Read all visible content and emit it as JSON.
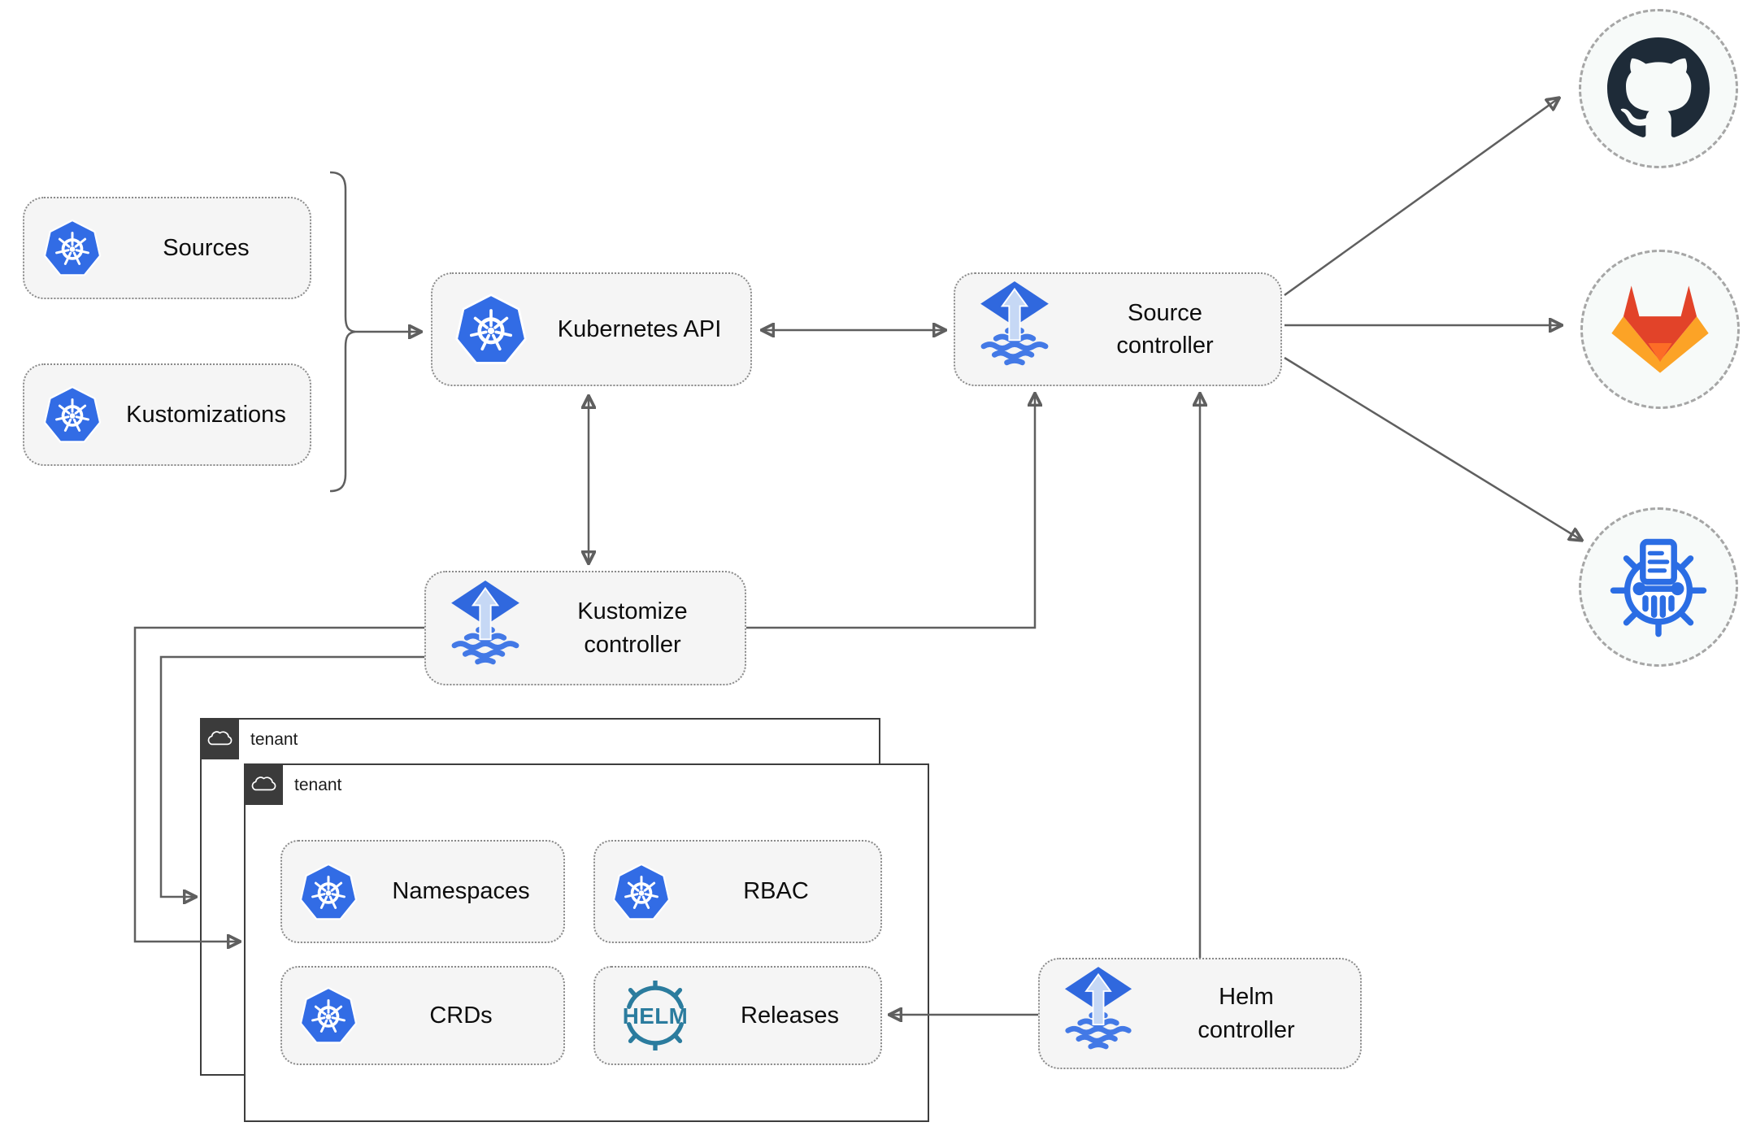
{
  "nodes": {
    "sources": {
      "label": "Sources"
    },
    "kustomizations": {
      "label": "Kustomizations"
    },
    "kubernetes_api": {
      "label": "Kubernetes API"
    },
    "source_controller": {
      "label": "Source controller"
    },
    "kustomize_controller": {
      "label": "Kustomize controller"
    },
    "helm_controller": {
      "label": "Helm controller"
    },
    "namespaces": {
      "label": "Namespaces"
    },
    "rbac": {
      "label": "RBAC"
    },
    "crds": {
      "label": "CRDs"
    },
    "releases": {
      "label": "Releases"
    }
  },
  "groups": {
    "outer_tenant": {
      "label": "tenant"
    },
    "inner_tenant": {
      "label": "tenant"
    }
  },
  "icons": {
    "kubernetes": {
      "name": "kubernetes-icon",
      "color": "#326ce5"
    },
    "flux": {
      "name": "flux-icon",
      "color": "#3068de",
      "wave_color": "#4379e6",
      "arrow_color": "#c6d8f5"
    },
    "helm": {
      "name": "helm-icon",
      "color": "#2b7c9e",
      "text": "HELM"
    },
    "github": {
      "name": "github-icon",
      "color": "#1e2b38"
    },
    "gitlab": {
      "name": "gitlab-icon",
      "colors": [
        "#e24329",
        "#fc6d26",
        "#fca326"
      ]
    },
    "registry": {
      "name": "manifest-registry-icon",
      "color": "#2b6de4"
    },
    "cloud": {
      "name": "cloud-icon",
      "color": "#ffffff"
    }
  },
  "colors": {
    "connector": "#5f5f5f",
    "node_fill": "#f5f5f5",
    "node_border": "#8a8a8a",
    "tenant_header": "#3b3b3b",
    "tenant_border": "#3d3d3d"
  }
}
